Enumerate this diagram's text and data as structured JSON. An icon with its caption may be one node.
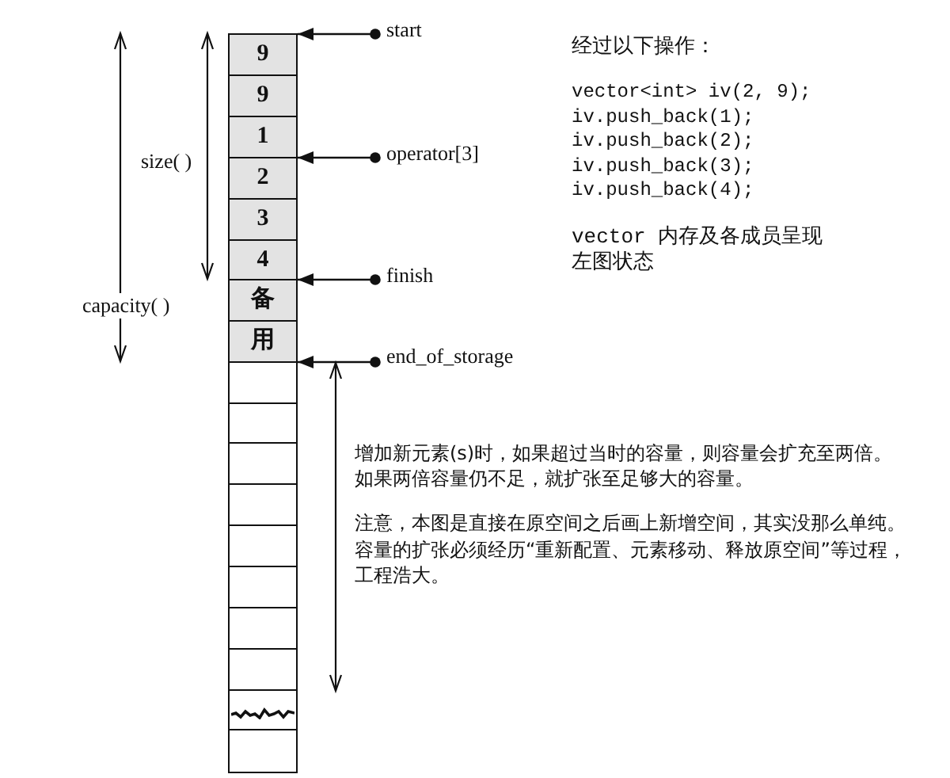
{
  "diagram": {
    "nodes": [
      {
        "text": [
          "9"
        ]
      },
      {
        "text": [
          "9"
        ]
      },
      {
        "text": [
          "1"
        ]
      },
      {
        "text": [
          "2"
        ]
      },
      {
        "text": [
          "3"
        ]
      },
      {
        "text": [
          "4"
        ]
      },
      {
        "text": [
          "备"
        ]
      },
      {
        "text": [
          "用"
        ]
      },
      {
        "text": [],
        "shape": "box"
      },
      {
        "text": [],
        "shape": "box"
      },
      {
        "text": [],
        "shape": "box"
      },
      {
        "text": [],
        "shape": "box"
      },
      {
        "text": [],
        "shape": "box"
      },
      {
        "text": [],
        "shape": "box"
      },
      {
        "text": [],
        "shape": "box"
      },
      {
        "text": [],
        "shape": "box"
      },
      {
        "text": [],
        "shape": "box"
      },
      {
        "text": [],
        "shape": "box"
      },
      {
        "text": [
          "start"
        ]
      },
      {
        "text": [
          "operator[3]"
        ]
      },
      {
        "text": [
          "finish"
        ]
      },
      {
        "text": [
          "end_of_storage"
        ]
      }
    ],
    "edges": [
      {
        "from": 18,
        "to": 0,
        "arrow": "to"
      },
      {
        "from": 19,
        "to": 3,
        "arrow": "to"
      },
      {
        "from": 20,
        "to": 6,
        "arrow": "to"
      },
      {
        "from": 21,
        "to": 8,
        "arrow": "to"
      }
    ],
    "labels": [
      "size( )",
      "capacity( )",
      "经过以下操作：",
      "vector<int> iv(2, 9);",
      "iv.push_back(1);",
      "iv.push_back(2);",
      "iv.push_back(3);",
      "iv.push_back(4);",
      "vector 内存及各成员呈现左图状态",
      "增加新元素(s)时，如果超过当时的容量，则容量会扩充至两倍。",
      "如果两倍容量仍不足，就扩张至足够大的容量。",
      "注意，本图是直接在原空间之后画上新增空间，其实没那么单纯。",
      "容量的扩张必须经历“重新配置、元素移动、释放原空间”等过程，工程浩大。"
    ]
  }
}
